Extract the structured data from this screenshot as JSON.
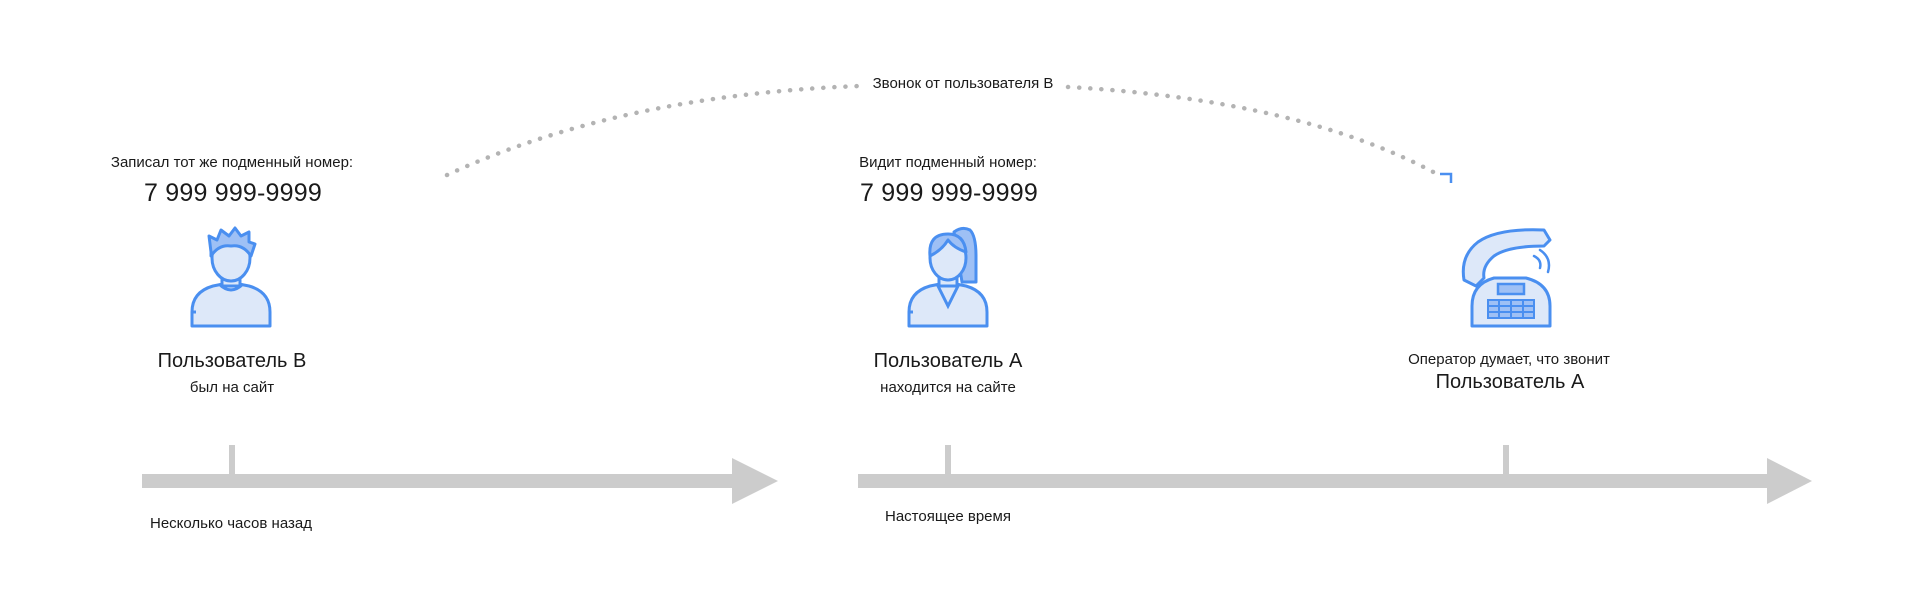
{
  "arc": {
    "label": "Звонок от пользователя В"
  },
  "user_b": {
    "caption": "Записал тот же подменный номер:",
    "phone": "7 999 999-9999",
    "name": "Пользователь В",
    "status": "был на сайт",
    "icon": "man-user-icon"
  },
  "user_a": {
    "caption": "Видит подменный номер:",
    "phone": "7 999 999-9999",
    "name": "Пользователь А",
    "status": "находится на сайте",
    "icon": "woman-user-icon"
  },
  "operator": {
    "caption": "Оператор думает, что звонит",
    "name": "Пользователь А",
    "icon": "desk-phone-icon"
  },
  "timeline": {
    "past_label": "Несколько часов назад",
    "present_label": "Настоящее время"
  },
  "colors": {
    "accent": "#4a8ff0",
    "icon_fill": "#dde8f9",
    "icon_fill_dark": "#9ec0f5",
    "timeline": "#cccccc",
    "dots": "#b3b3b3"
  }
}
